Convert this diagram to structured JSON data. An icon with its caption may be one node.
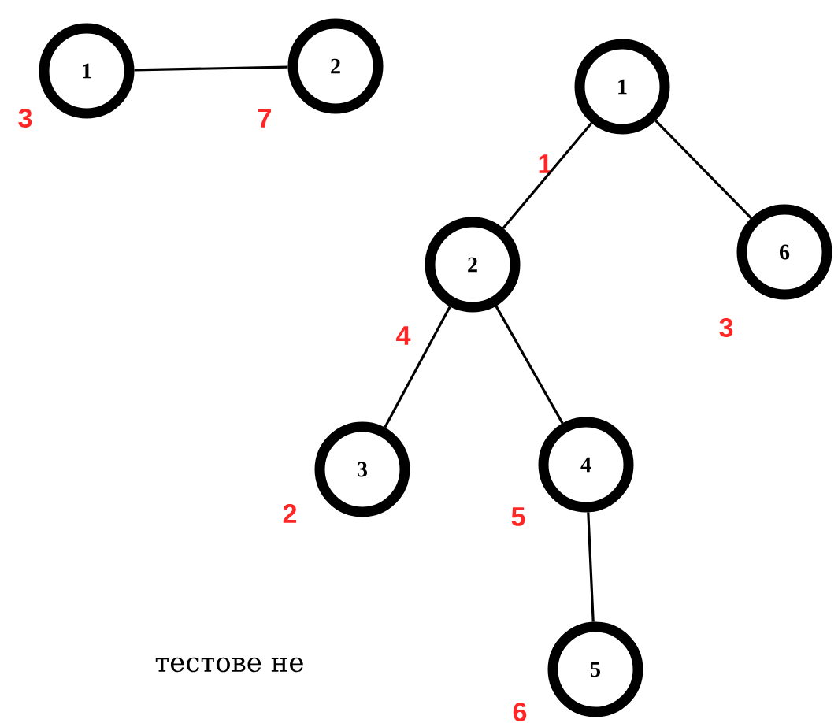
{
  "diagram": {
    "nodes": [
      {
        "text": [
          "1"
        ],
        "beside": [
          "3"
        ]
      },
      {
        "text": [
          "2"
        ],
        "beside": [
          "7"
        ]
      },
      {
        "text": [
          "1"
        ],
        "beside": [
          "1"
        ]
      },
      {
        "text": [
          "2"
        ],
        "beside": [
          "4"
        ]
      },
      {
        "text": [
          "6"
        ],
        "beside": [
          "3"
        ]
      },
      {
        "text": [
          "3"
        ],
        "beside": [
          "2"
        ]
      },
      {
        "text": [
          "4"
        ],
        "beside": [
          "5"
        ]
      },
      {
        "text": [
          "5"
        ],
        "beside": [
          "6"
        ]
      }
    ],
    "edges": [
      {
        "from": 0,
        "to": 1,
        "arrow": "none"
      },
      {
        "from": 2,
        "to": 3,
        "arrow": "none"
      },
      {
        "from": 2,
        "to": 4,
        "arrow": "none"
      },
      {
        "from": 3,
        "to": 5,
        "arrow": "none"
      },
      {
        "from": 3,
        "to": 6,
        "arrow": "none"
      },
      {
        "from": 6,
        "to": 7,
        "arrow": "none"
      }
    ],
    "labels": [
      "тестове не"
    ]
  }
}
